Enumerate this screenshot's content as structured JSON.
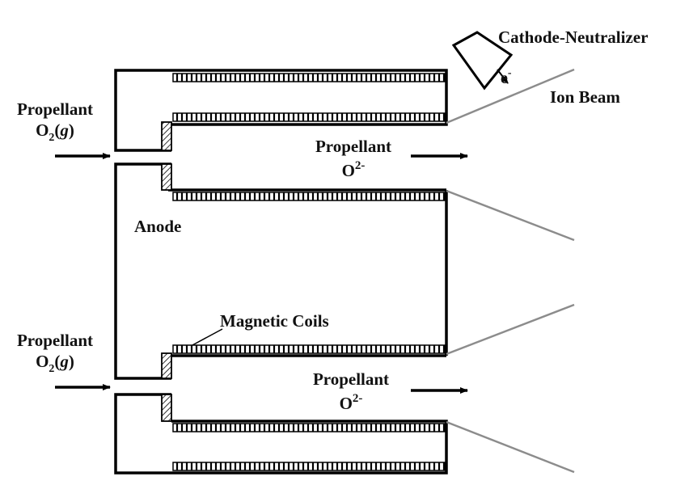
{
  "labels": {
    "cathode": "Cathode-Neutralizer",
    "electron": "e",
    "electron_charge": "-",
    "ion_beam": "Ion Beam",
    "propellant_word": "Propellant",
    "o2_symbol": "O",
    "o2_sub": "2",
    "o2_paren_open": "(",
    "o2_state": "g",
    "o2_paren_close": ")",
    "oxide_symbol": "O",
    "oxide_charge": "2-",
    "anode": "Anode",
    "magnetic_coils": "Magnetic Coils"
  },
  "colors": {
    "stroke": "#000000",
    "beam": "#8c8c8c"
  }
}
